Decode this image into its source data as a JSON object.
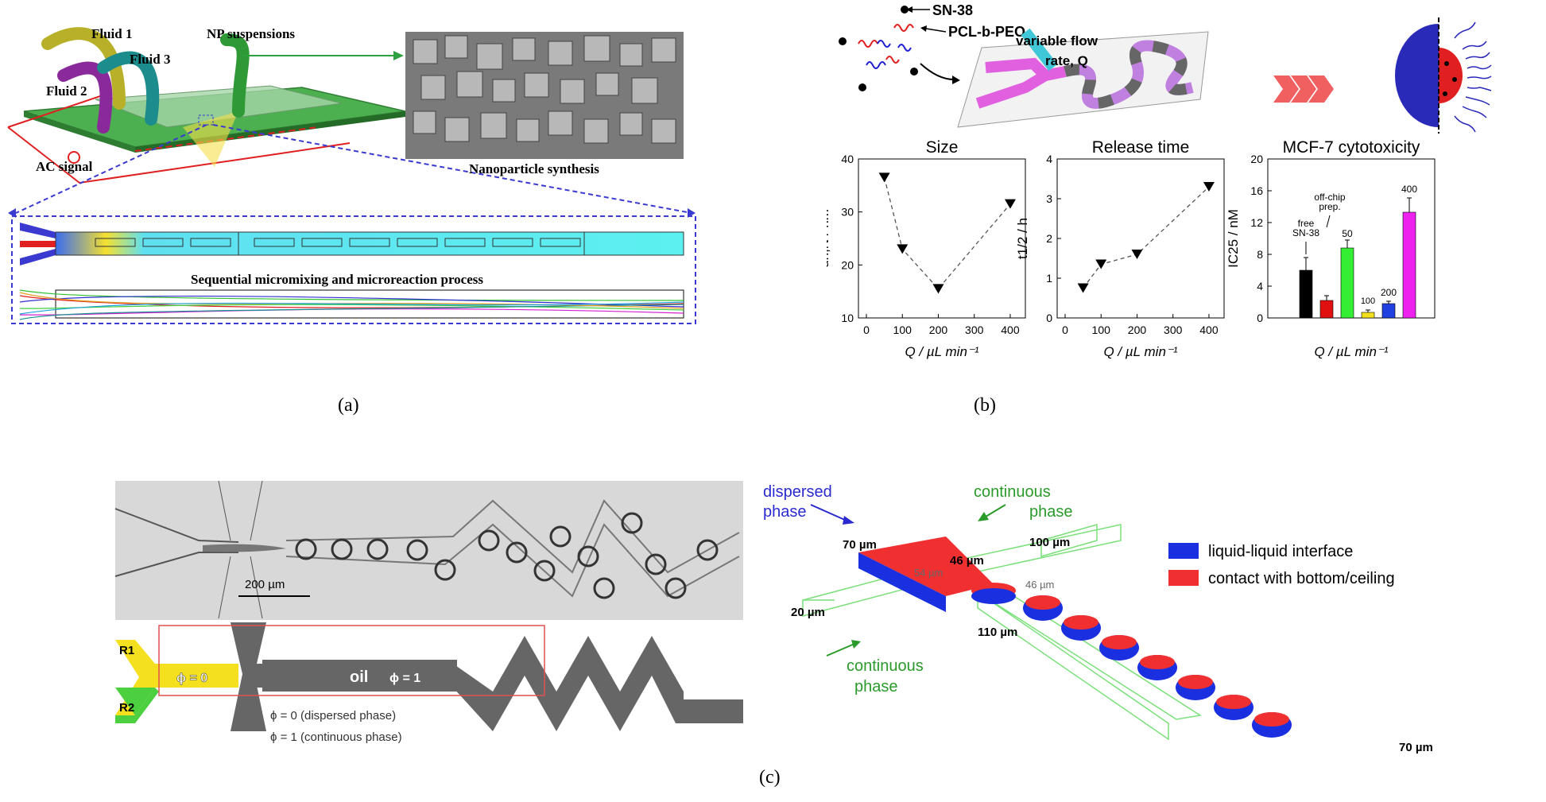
{
  "panel_a": {
    "fluid1": "Fluid 1",
    "fluid2": "Fluid 2",
    "fluid3": "Fluid 3",
    "np_suspensions": "NP suspensions",
    "ac_signal": "AC signal",
    "nanoparticle_synthesis": "Nanoparticle synthesis",
    "sequential": "Sequential micromixing and microreaction process",
    "label": "(a)"
  },
  "panel_b": {
    "sn38": "SN-38",
    "pcl": "PCL-b-PEO",
    "variable_flow": "variable flow",
    "rate_q": "rate, Q",
    "label": "(b)",
    "chart_data": [
      {
        "type": "line",
        "title": "Size",
        "xlabel": "Q / µL min⁻¹",
        "ylabel": "dh,N / nm",
        "xlim": [
          0,
          420
        ],
        "ylim": [
          10,
          40
        ],
        "xticks": [
          0,
          100,
          200,
          300,
          400
        ],
        "yticks": [
          10,
          20,
          30,
          40
        ],
        "x": [
          50,
          100,
          200,
          400
        ],
        "y": [
          36.5,
          23,
          15.5,
          31.5
        ]
      },
      {
        "type": "line",
        "title": "Release time",
        "xlabel": "Q / µL min⁻¹",
        "ylabel": "t1/2 / h",
        "xlim": [
          0,
          420
        ],
        "ylim": [
          0,
          4
        ],
        "xticks": [
          0,
          100,
          200,
          300,
          400
        ],
        "yticks": [
          0,
          1,
          2,
          3,
          4
        ],
        "x": [
          50,
          100,
          200,
          400
        ],
        "y": [
          0.75,
          1.35,
          1.6,
          3.3
        ]
      },
      {
        "type": "bar",
        "title": "MCF-7 cytotoxicity",
        "xlabel": "Q / µL min⁻¹",
        "ylabel": "IC25 / nM",
        "ylim": [
          0,
          20
        ],
        "yticks": [
          0,
          4,
          8,
          12,
          16,
          20
        ],
        "categories": [
          "free SN-38",
          "off-chip prep.",
          "50",
          "100",
          "200",
          "400"
        ],
        "values": [
          6,
          2.2,
          8.8,
          0.7,
          1.8,
          13.3
        ],
        "errors": [
          1.6,
          0.6,
          1.0,
          0.3,
          0.3,
          1.8
        ],
        "colors": [
          "#000000",
          "#e01010",
          "#33ee33",
          "#f2e020",
          "#2040e0",
          "#ee22ee"
        ],
        "annotations": [
          "free",
          "SN-38",
          "off-chip",
          "prep.",
          "50",
          "100",
          "200",
          "400"
        ]
      }
    ]
  },
  "panel_c": {
    "scale_bar": "200 µm",
    "r1": "R1",
    "r2": "R2",
    "phi0": "ϕ = 0",
    "oil": "oil",
    "phi1": "ϕ = 1",
    "legend_disp": "ϕ = 0 (dispersed phase)",
    "legend_cont": "ϕ = 1 (continuous phase)",
    "dispersed": "dispersed",
    "phase": "phase",
    "continuous": "continuous",
    "d70": "70 µm",
    "d54": "54 µm",
    "d46a": "46 µm",
    "d46b": "46 µm",
    "d100": "100 µm",
    "d20": "20 µm",
    "d110": "110 µm",
    "d70b": "70 µm",
    "legend_interface": "liquid-liquid interface",
    "legend_contact": "contact with bottom/ceiling",
    "label": "(c)"
  },
  "colors": {
    "interface": "#1a2fe0",
    "contact": "#f03030",
    "continuous": "#2a9a2a",
    "dispersed": "#2a2ad0"
  }
}
